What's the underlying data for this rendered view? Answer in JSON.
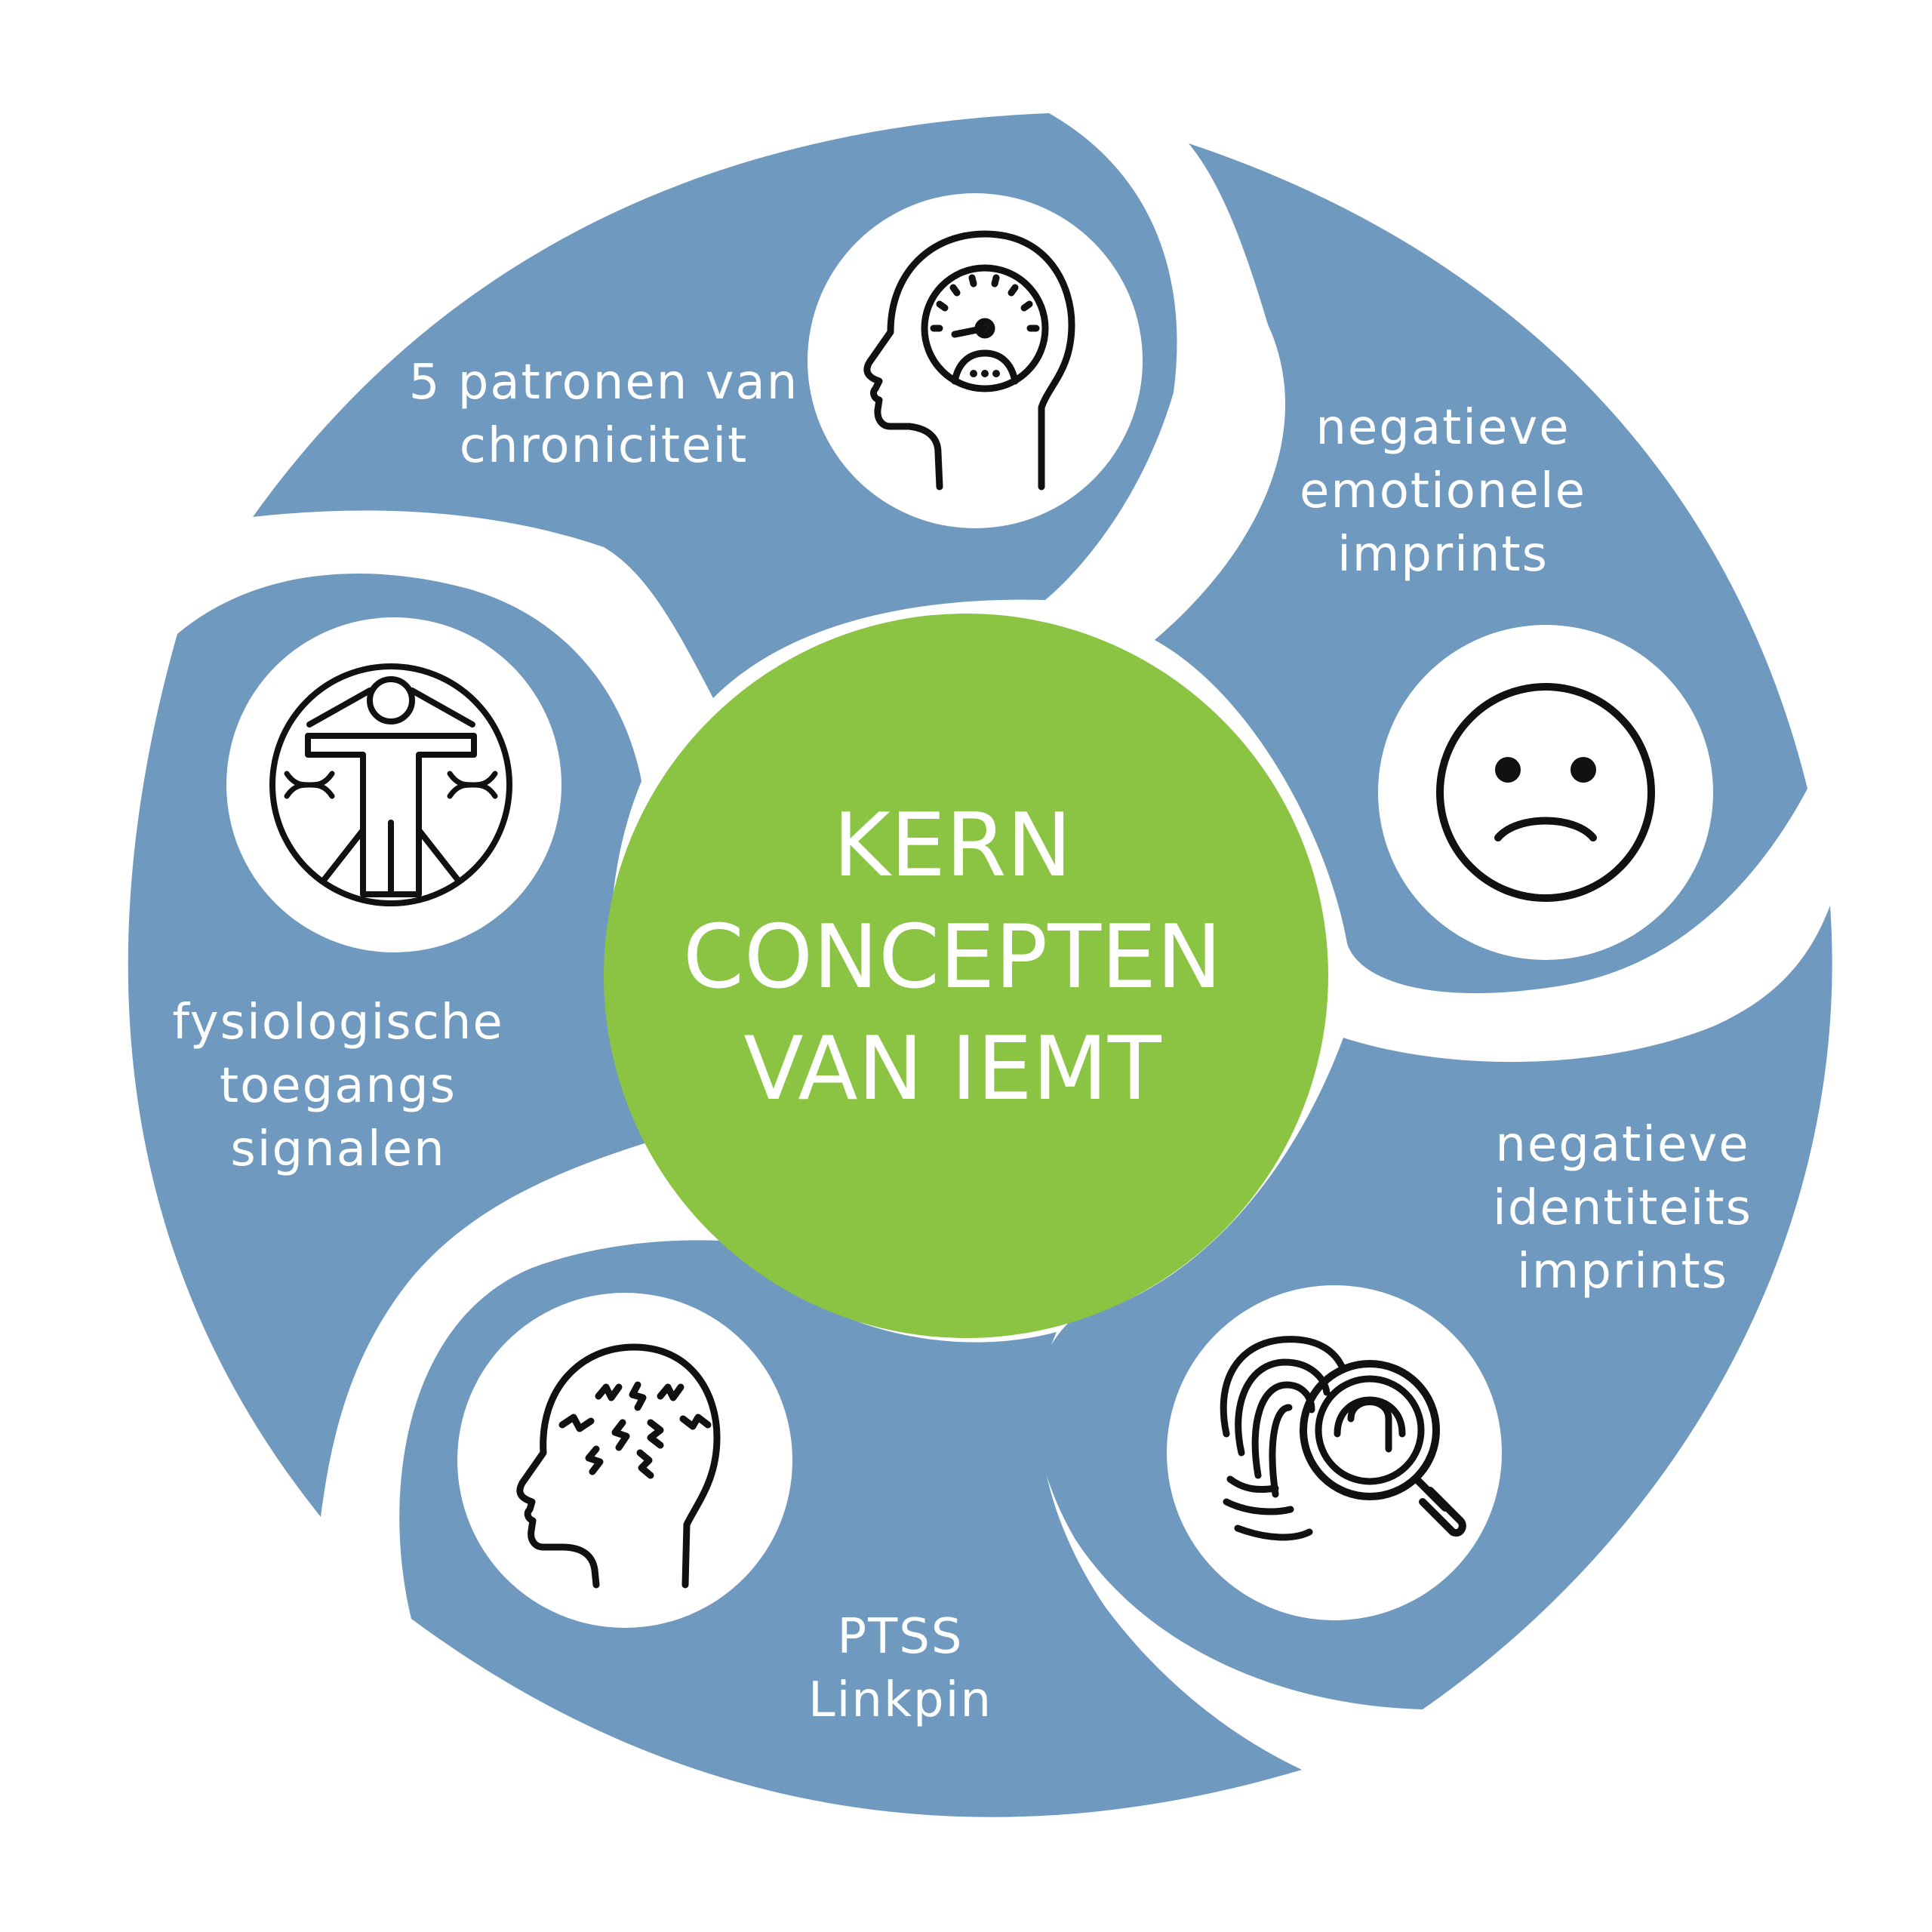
{
  "colors": {
    "segment": "#6f99be",
    "center": "#8bc343",
    "background": "#ffffff",
    "icon": "#111111",
    "text": "#ffffff"
  },
  "center": {
    "lines": [
      "KERN",
      "CONCEPTEN",
      "VAN IEMT"
    ]
  },
  "segments": [
    {
      "id": "chroniciteit",
      "lines": [
        "5 patronen van",
        "chroniciteit"
      ],
      "icon": "head-gauge-icon"
    },
    {
      "id": "emotionele",
      "lines": [
        "negatieve",
        "emotionele",
        "imprints"
      ],
      "icon": "sad-face-icon"
    },
    {
      "id": "identiteits",
      "lines": [
        "negatieve",
        "identiteits",
        "imprints"
      ],
      "icon": "fingerprint-magnifier-icon"
    },
    {
      "id": "ptss",
      "lines": [
        "PTSS",
        "Linkpin"
      ],
      "icon": "head-stress-icon"
    },
    {
      "id": "fysiologische",
      "lines": [
        "fysiologische",
        "toegangs",
        "signalen"
      ],
      "icon": "vitruvian-man-dna-icon"
    }
  ]
}
